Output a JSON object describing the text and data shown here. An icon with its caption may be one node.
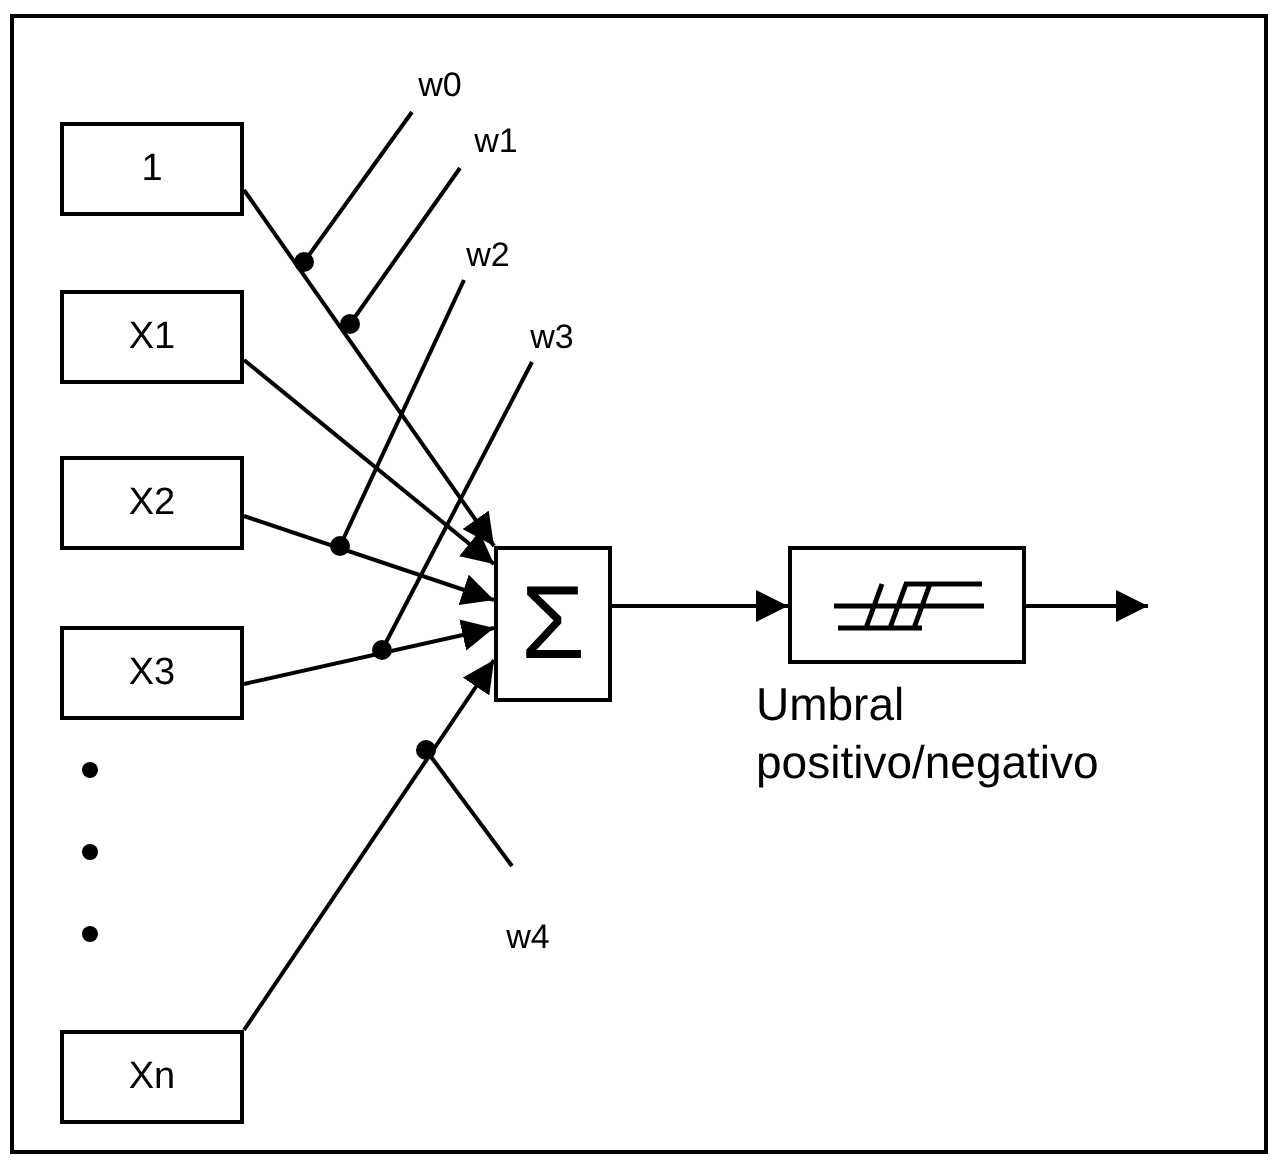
{
  "diagram": {
    "nodes": [
      {
        "text": [
          "1"
        ]
      },
      {
        "text": [
          "X1"
        ]
      },
      {
        "text": [
          "X2"
        ]
      },
      {
        "text": [
          "X3"
        ]
      },
      {
        "text": [
          "Xn"
        ]
      },
      {
        "text": [
          "Σ"
        ]
      },
      {
        "text": [],
        "shape": "box"
      },
      {
        "text": [
          "w0"
        ]
      },
      {
        "text": [
          "w1"
        ]
      },
      {
        "text": [
          "w2"
        ]
      },
      {
        "text": [
          "w3"
        ]
      },
      {
        "text": [
          "w4"
        ]
      }
    ],
    "edges": [
      {
        "from": 0,
        "to": 5,
        "arrow": "to"
      },
      {
        "from": 1,
        "to": 5,
        "arrow": "to"
      },
      {
        "from": 2,
        "to": 5,
        "arrow": "to"
      },
      {
        "from": 3,
        "to": 5,
        "arrow": "to"
      },
      {
        "from": 4,
        "to": 5,
        "arrow": "to"
      },
      {
        "from": 5,
        "to": 6,
        "arrow": "to"
      },
      {
        "from": 6,
        "to": null,
        "arrow": "to"
      },
      {
        "from": 7,
        "to": null,
        "arrow": "other"
      },
      {
        "from": 8,
        "to": null,
        "arrow": "other"
      },
      {
        "from": 9,
        "to": null,
        "arrow": "other"
      },
      {
        "from": 10,
        "to": null,
        "arrow": "other"
      },
      {
        "from": 11,
        "to": null,
        "arrow": "other"
      }
    ],
    "labels": [
      "Umbral positivo/negativo"
    ]
  }
}
